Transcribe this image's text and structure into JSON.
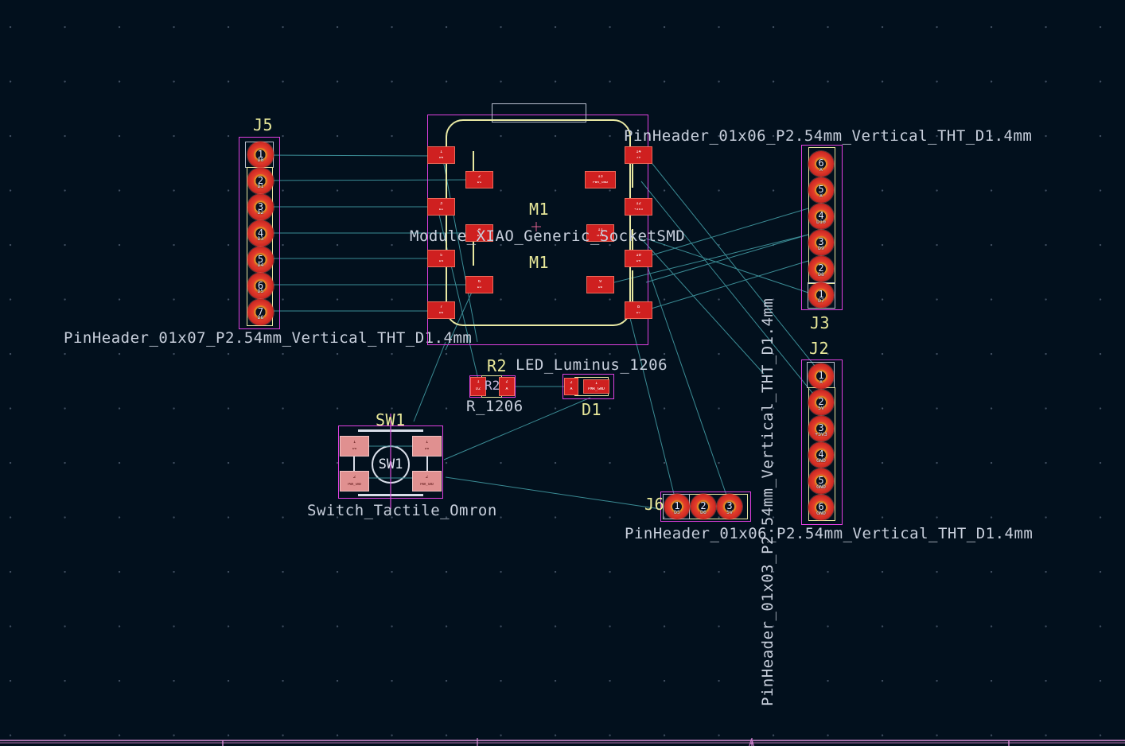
{
  "app": {
    "view": "pcb-editor-canvas",
    "background_color": "#02101d",
    "grid_color": "#96a5be"
  },
  "colors": {
    "courtyard": "#e040e0",
    "silkscreen": "#e8e8a0",
    "pad_copper": "#c02020",
    "pad_drill": "#0b1320",
    "ratsnest": "#3c8e96",
    "reference_text": "#e8e89a",
    "value_text": "#c8cfdc",
    "fab_white": "#b9c0cf"
  },
  "footprints": [
    {
      "ref": "J5",
      "value": "PinHeader_01x07_P2.54mm_Vertical_THT_D1.4mm",
      "pin_count": 7,
      "orientation": "vertical",
      "pads": [
        {
          "num": "1",
          "net": "D0"
        },
        {
          "num": "2",
          "net": "D1"
        },
        {
          "num": "3",
          "net": "D2"
        },
        {
          "num": "4",
          "net": "D3"
        },
        {
          "num": "5",
          "net": "D4"
        },
        {
          "num": "6",
          "net": "D5"
        },
        {
          "num": "7",
          "net": "D6"
        }
      ]
    },
    {
      "ref": "M1",
      "value": "Module_XIAO_Generic_SocketSMD",
      "ref2": "M1",
      "pads_left": [
        {
          "num": "1",
          "net": "D0"
        },
        {
          "num": "2",
          "net": "D1"
        },
        {
          "num": "3",
          "net": "D2"
        },
        {
          "num": "4",
          "net": "D3"
        },
        {
          "num": "5",
          "net": "D4"
        },
        {
          "num": "6",
          "net": "D5"
        },
        {
          "num": "7",
          "net": "D6"
        }
      ],
      "pads_right": [
        {
          "num": "14",
          "net": "5V"
        },
        {
          "num": "13",
          "net": "PWR_GND"
        },
        {
          "num": "12",
          "net": "+3V3"
        },
        {
          "num": "11",
          "net": "D10"
        },
        {
          "num": "10",
          "net": "D9"
        },
        {
          "num": "9",
          "net": "D8"
        },
        {
          "num": "8",
          "net": "D7"
        }
      ]
    },
    {
      "ref": "J3",
      "value": "PinHeader_01x06_P2.54mm_Vertical_THT_D1.4mm",
      "pin_count": 6,
      "orientation": "vertical",
      "pads": [
        {
          "num": "6",
          "net": "X"
        },
        {
          "num": "5",
          "net": "X"
        },
        {
          "num": "4",
          "net": "D10"
        },
        {
          "num": "3",
          "net": "D9"
        },
        {
          "num": "2",
          "net": "D8"
        },
        {
          "num": "1",
          "net": "D7"
        }
      ]
    },
    {
      "ref": "J2",
      "value": "PinHeader_01x06_P2.54mm_Vertical_THT_D1.4mm",
      "pin_count": 6,
      "orientation": "vertical",
      "pads": [
        {
          "num": "1",
          "net": "X"
        },
        {
          "num": "2",
          "net": "5V"
        },
        {
          "num": "3",
          "net": "+3V3"
        },
        {
          "num": "4",
          "net": "GND"
        },
        {
          "num": "5",
          "net": "GND"
        },
        {
          "num": "6",
          "net": "GND"
        }
      ]
    },
    {
      "ref": "J6",
      "value": "PinHeader_01x03_P2.54mm_Vertical_THT_D1.4mm",
      "pin_count": 3,
      "orientation": "horizontal",
      "pads": [
        {
          "num": "1",
          "net": "D5"
        },
        {
          "num": "2",
          "net": "D6"
        },
        {
          "num": "3",
          "net": "5V"
        }
      ]
    },
    {
      "ref": "R2",
      "value": "R_1206",
      "pads": [
        {
          "num": "1",
          "net": "D2"
        },
        {
          "num": "2",
          "net": "A"
        }
      ]
    },
    {
      "ref": "D1",
      "value": "LED_Luminus_1206",
      "pads": [
        {
          "num": "2",
          "net": "A"
        },
        {
          "num": "1",
          "net": "PWR_GND"
        }
      ]
    },
    {
      "ref": "SW1",
      "value": "Switch_Tactile_Omron",
      "inner_label": "SW1",
      "pads": [
        {
          "num": "1",
          "net": "D0"
        },
        {
          "num": "1",
          "net": "D0"
        },
        {
          "num": "2",
          "net": "PWR_GND"
        },
        {
          "num": "2",
          "net": "PWR_GND"
        }
      ]
    }
  ],
  "labels": {
    "j5_ref": "J5",
    "j5_value": "PinHeader_01x07_P2.54mm_Vertical_THT_D1.4mm",
    "j3_ref": "J3",
    "j3_value": "PinHeader_01x06_P2.54mm_Vertical_THT_D1.4mm",
    "j2_ref": "J2",
    "j2_value": "PinHeader_01x06_P2.54mm_Vertical_THT_D1.4mm",
    "j6_ref": "J6",
    "j6_value": "PinHeader_01x03_P2.54mm_Vertical_THT_D1.4mm",
    "m1_ref": "M1",
    "m1_ref2": "M1",
    "m1_value": "Module_XIAO_Generic_SocketSMD",
    "r2_ref": "R2",
    "r2_value": "R_1206",
    "d1_ref": "D1",
    "d1_value": "LED_Luminus_1206",
    "sw1_ref": "SW1",
    "sw1_value": "Switch_Tactile_Omron",
    "sw1_inner": "SW1"
  }
}
